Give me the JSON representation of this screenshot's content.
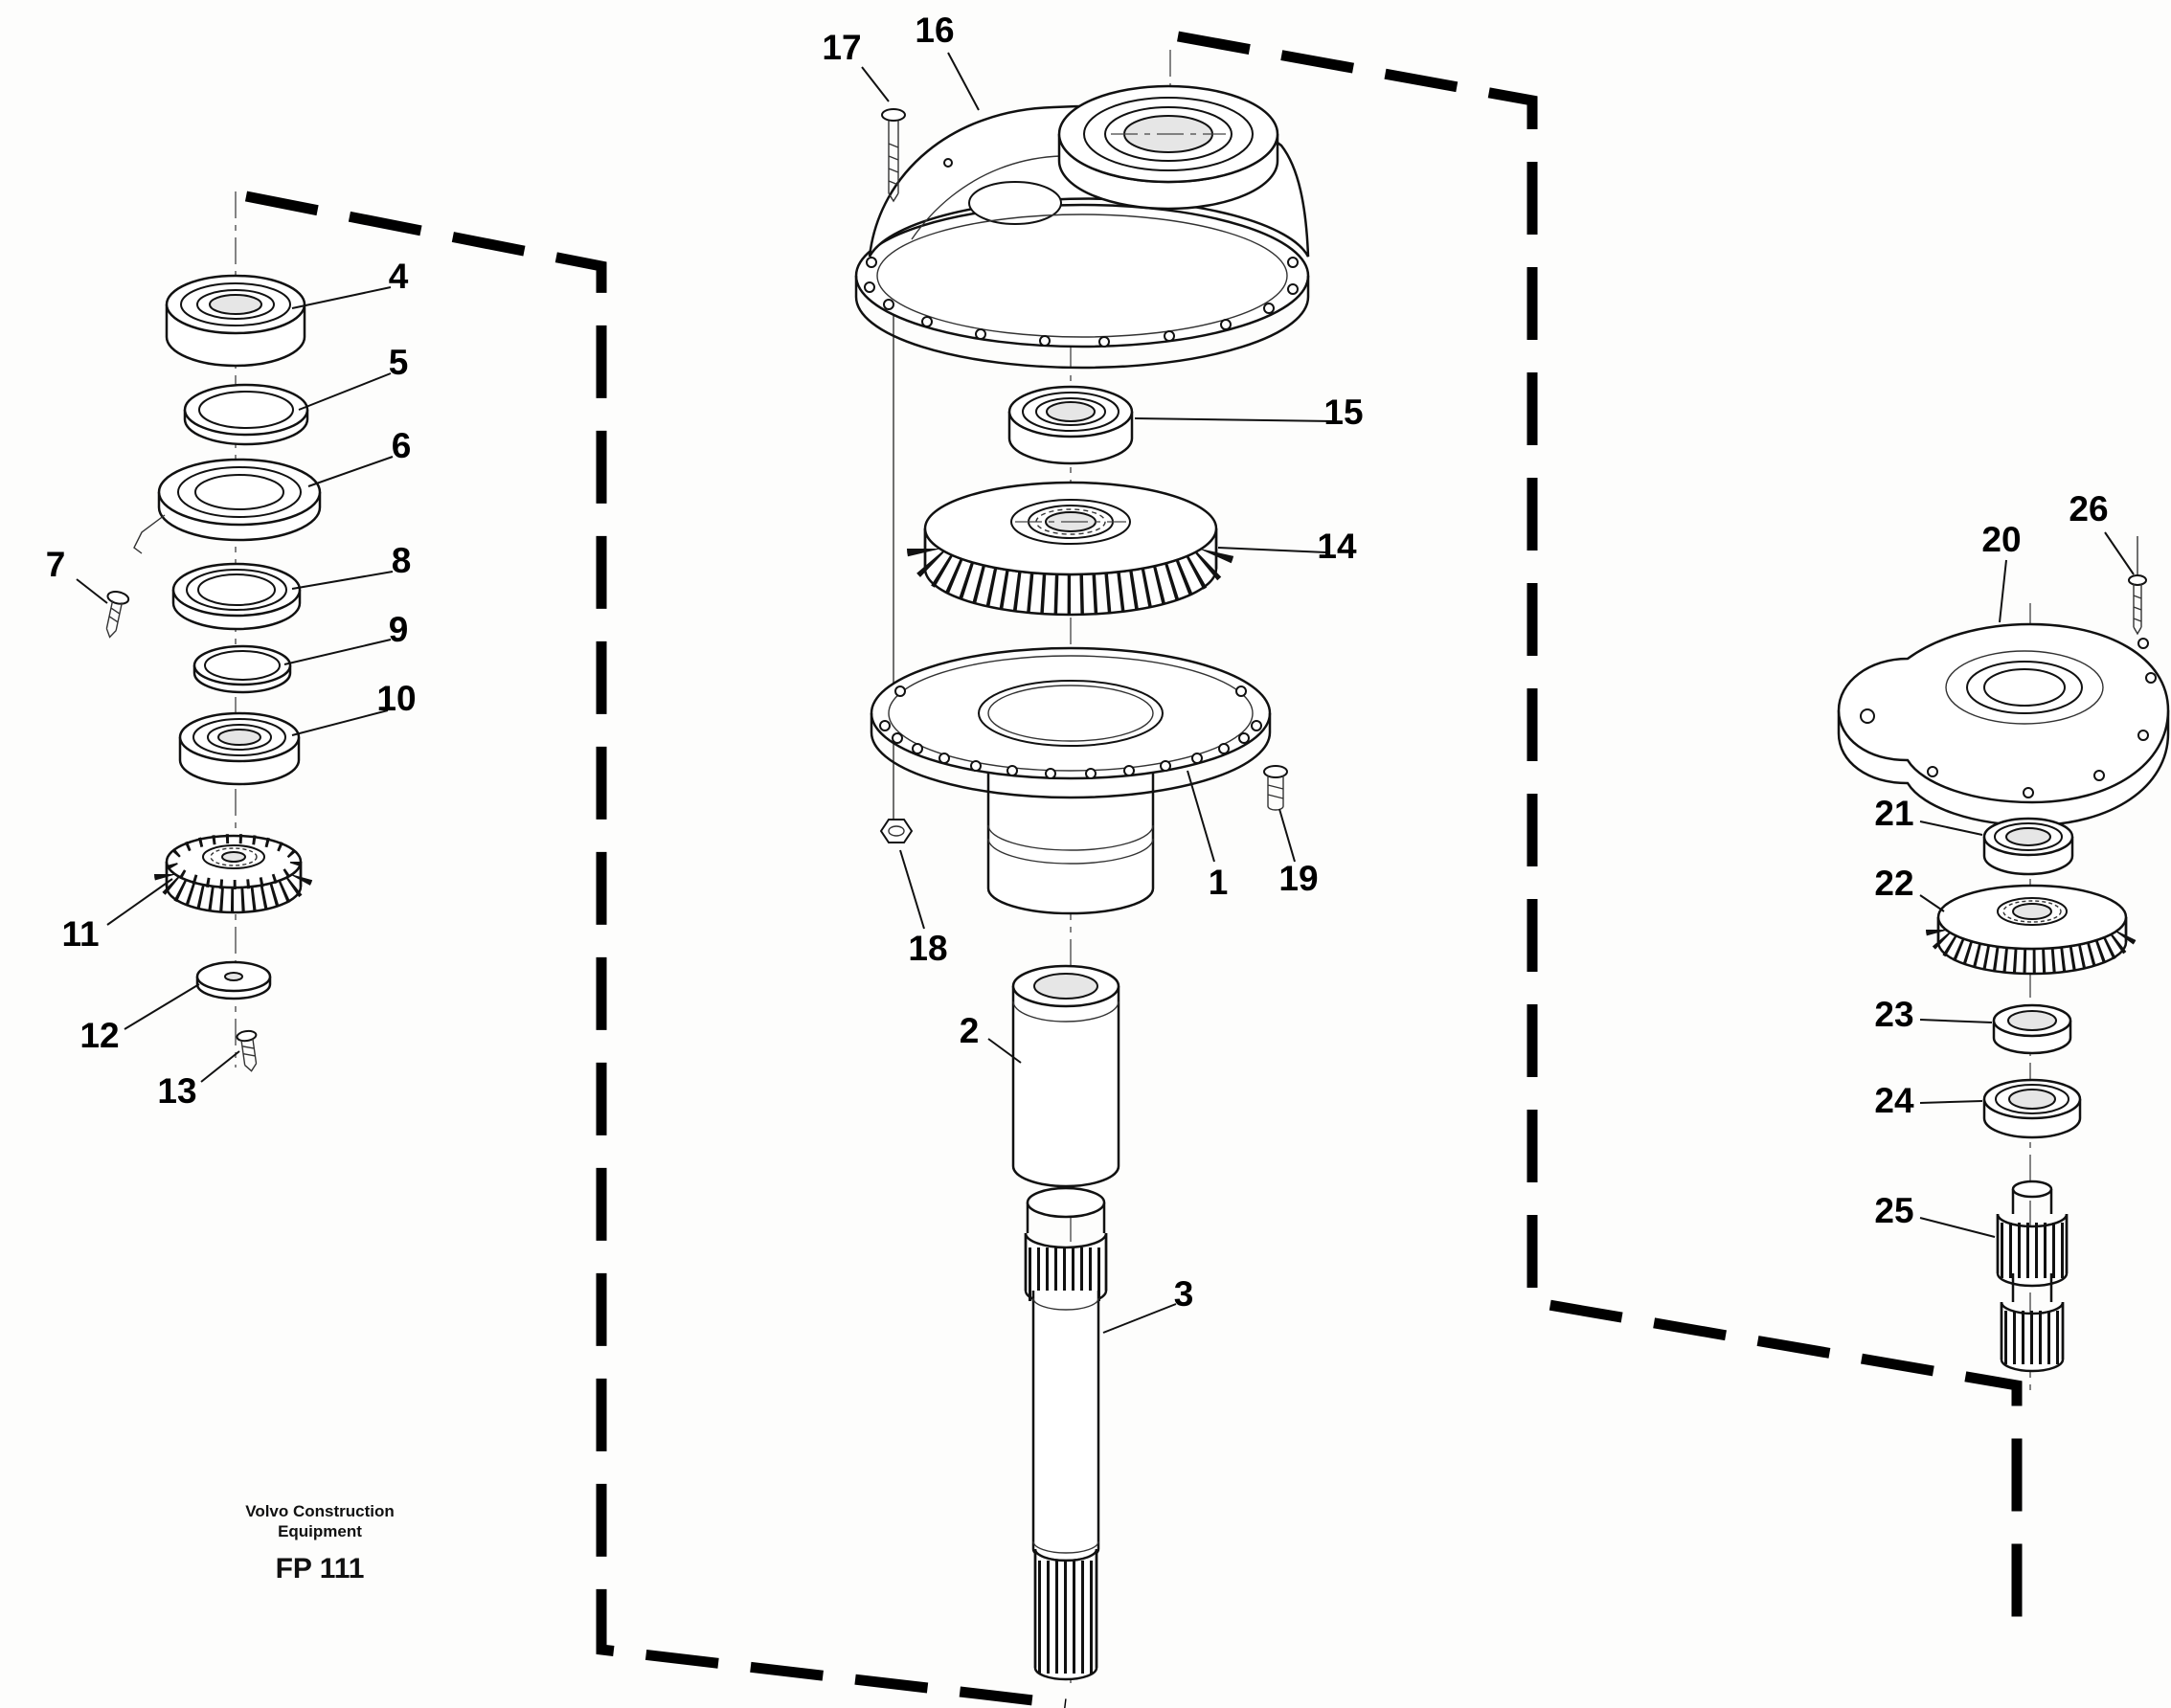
{
  "colors": {
    "ink": "#111111",
    "paper": "#fdfdfc"
  },
  "footer": {
    "brand_line1": "Volvo Construction",
    "brand_line2": "Equipment",
    "figure_code": "FP 111"
  },
  "labels": {
    "p1": "1",
    "p2": "2",
    "p3": "3",
    "p4": "4",
    "p5": "5",
    "p6": "6",
    "p7": "7",
    "p8": "8",
    "p9": "9",
    "p10": "10",
    "p11": "11",
    "p12": "12",
    "p13": "13",
    "p14": "14",
    "p15": "15",
    "p16": "16",
    "p17": "17",
    "p18": "18",
    "p19": "19",
    "p20": "20",
    "p21": "21",
    "p22": "22",
    "p23": "23",
    "p24": "24",
    "p25": "25",
    "p26": "26"
  }
}
